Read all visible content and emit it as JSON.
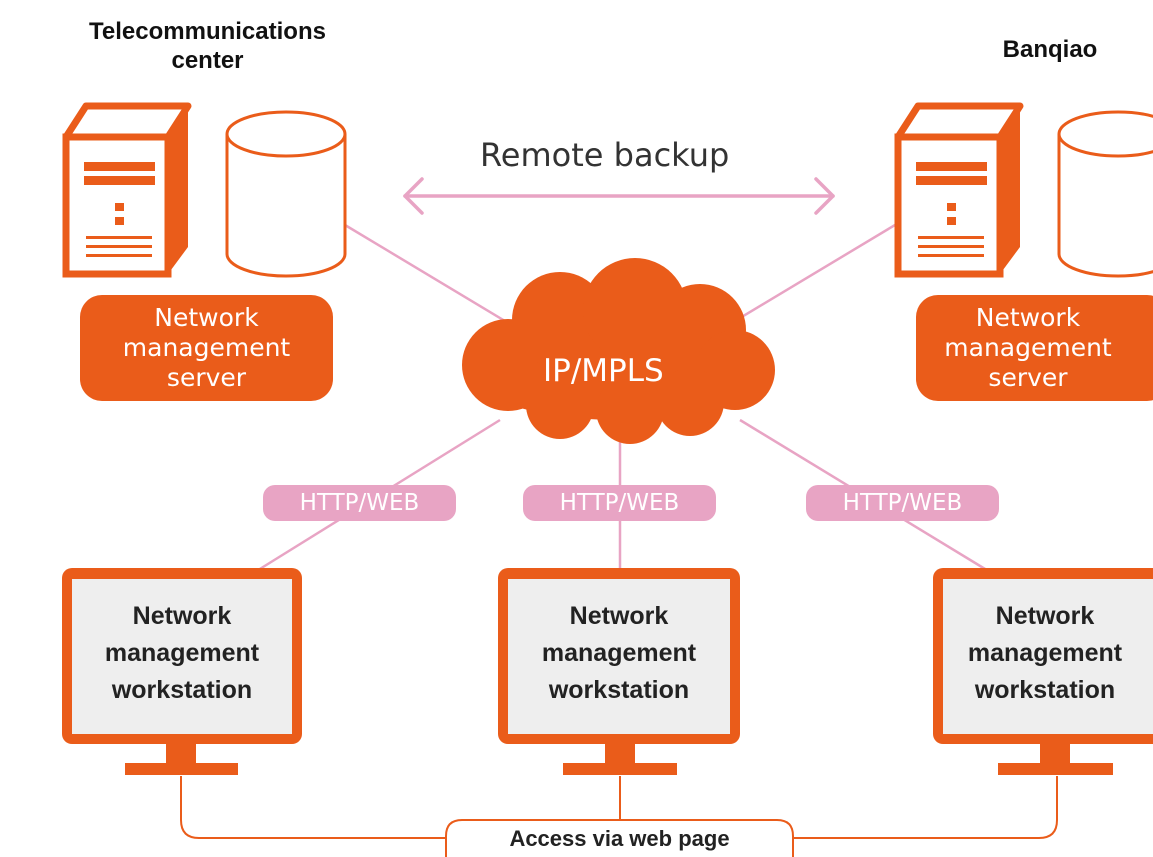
{
  "sites": {
    "left": "Telecommunications\ncenter",
    "right": "Banqiao"
  },
  "remote_backup": "Remote backup",
  "cloud": "IP/MPLS",
  "servers": {
    "left": "Network\nmanagement\nserver",
    "right": "Network\nmanagement\nserver"
  },
  "protocols": [
    "HTTP/WEB",
    "HTTP/WEB",
    "HTTP/WEB"
  ],
  "workstations": [
    "Network\nmanagement\nworkstation",
    "Network\nmanagement\nworkstation",
    "Network\nmanagement\nworkstation"
  ],
  "access": "Access via web page",
  "colors": {
    "orange": "#ea5c1a",
    "pink": "#e8a4c4",
    "screen": "#eeeeee"
  }
}
